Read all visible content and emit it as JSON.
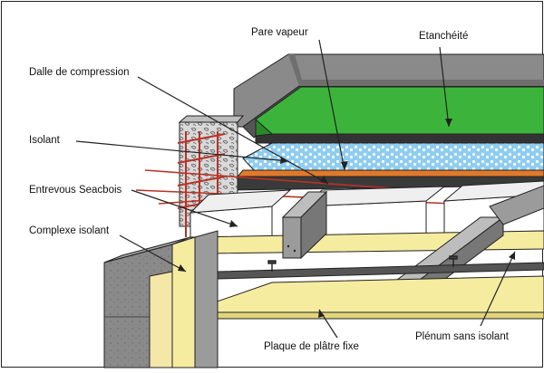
{
  "labels": {
    "pare_vapeur": "Pare vapeur",
    "etancheite": "Etanchéité",
    "dalle": "Dalle de compression",
    "isolant": "Isolant",
    "entrevous": "Entrevous Seacbois",
    "complexe": "Complexe isolant",
    "plaque": "Plaque de plâtre fixe",
    "plenum": "Plénum sans isolant"
  },
  "colors": {
    "membrane_green": "#3cb43c",
    "insulation_blue": "#8ecdf0",
    "vapor_barrier": "#e07a2a",
    "concrete": "#8a8a8a",
    "beam_grey": "#9b9b9b",
    "plaster_yellow": "#f6eca0",
    "rebar_red": "#b83226",
    "entrevous_white": "#ffffff"
  }
}
